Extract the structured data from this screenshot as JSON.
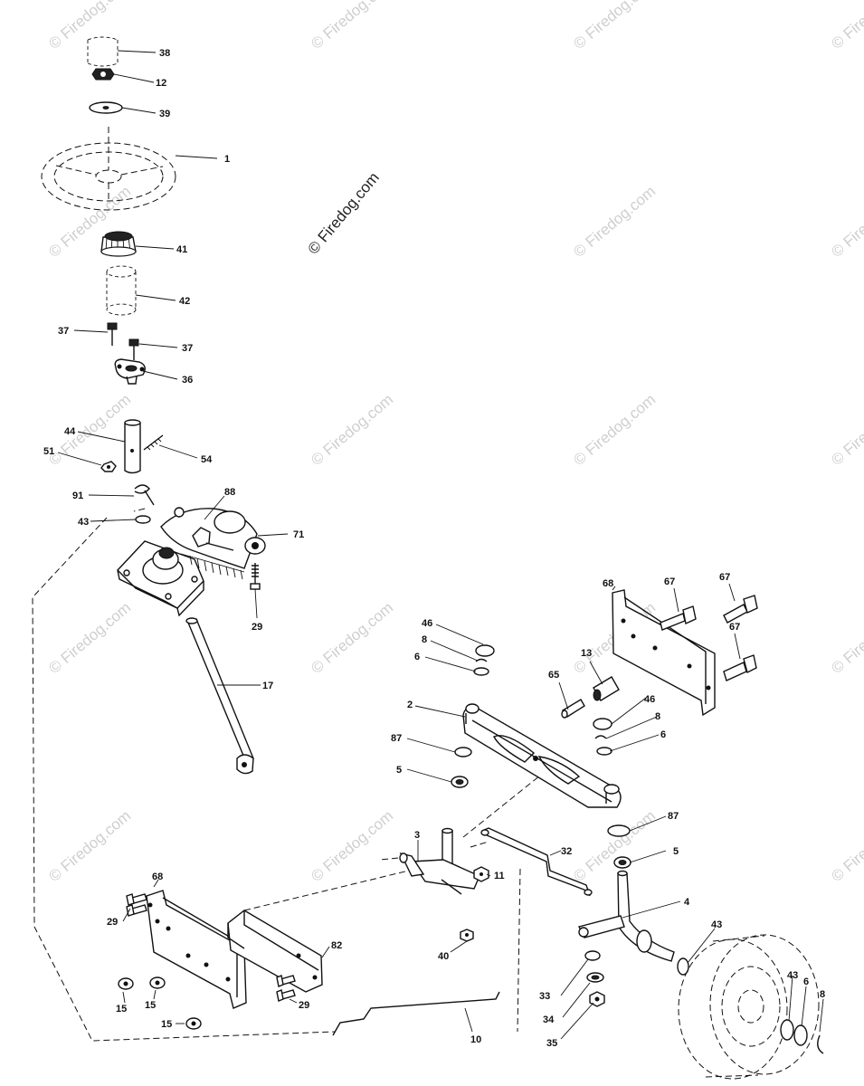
{
  "watermark_text": "© Firedog.com",
  "center_watermark_text": "© Firedog.com",
  "callouts": {
    "c38": "38",
    "c12": "12",
    "c39": "39",
    "c1": "1",
    "c41": "41",
    "c42": "42",
    "c37a": "37",
    "c37b": "37",
    "c36": "36",
    "c44": "44",
    "c51": "51",
    "c54": "54",
    "c91": "91",
    "c88": "88",
    "c43a": "43",
    "c71": "71",
    "c29a": "29",
    "c17": "17",
    "c46a": "46",
    "c8a": "8",
    "c6a": "6",
    "c68a": "68",
    "c67a": "67",
    "c67b": "67",
    "c67c": "67",
    "c13": "13",
    "c65": "65",
    "c2": "2",
    "c46b": "46",
    "c8b": "8",
    "c6b": "6",
    "c87a": "87",
    "c5a": "5",
    "c87b": "87",
    "c5b": "5",
    "c3": "3",
    "c32": "32",
    "c11": "11",
    "c4": "4",
    "c43b": "43",
    "c40": "40",
    "c68b": "68",
    "c29b": "29",
    "c82": "82",
    "c15a": "15",
    "c15b": "15",
    "c29c": "29",
    "c15c": "15",
    "c33": "33",
    "c34": "34",
    "c35": "35",
    "c10": "10",
    "c43c": "43",
    "c6c": "6",
    "c8c": "8"
  }
}
